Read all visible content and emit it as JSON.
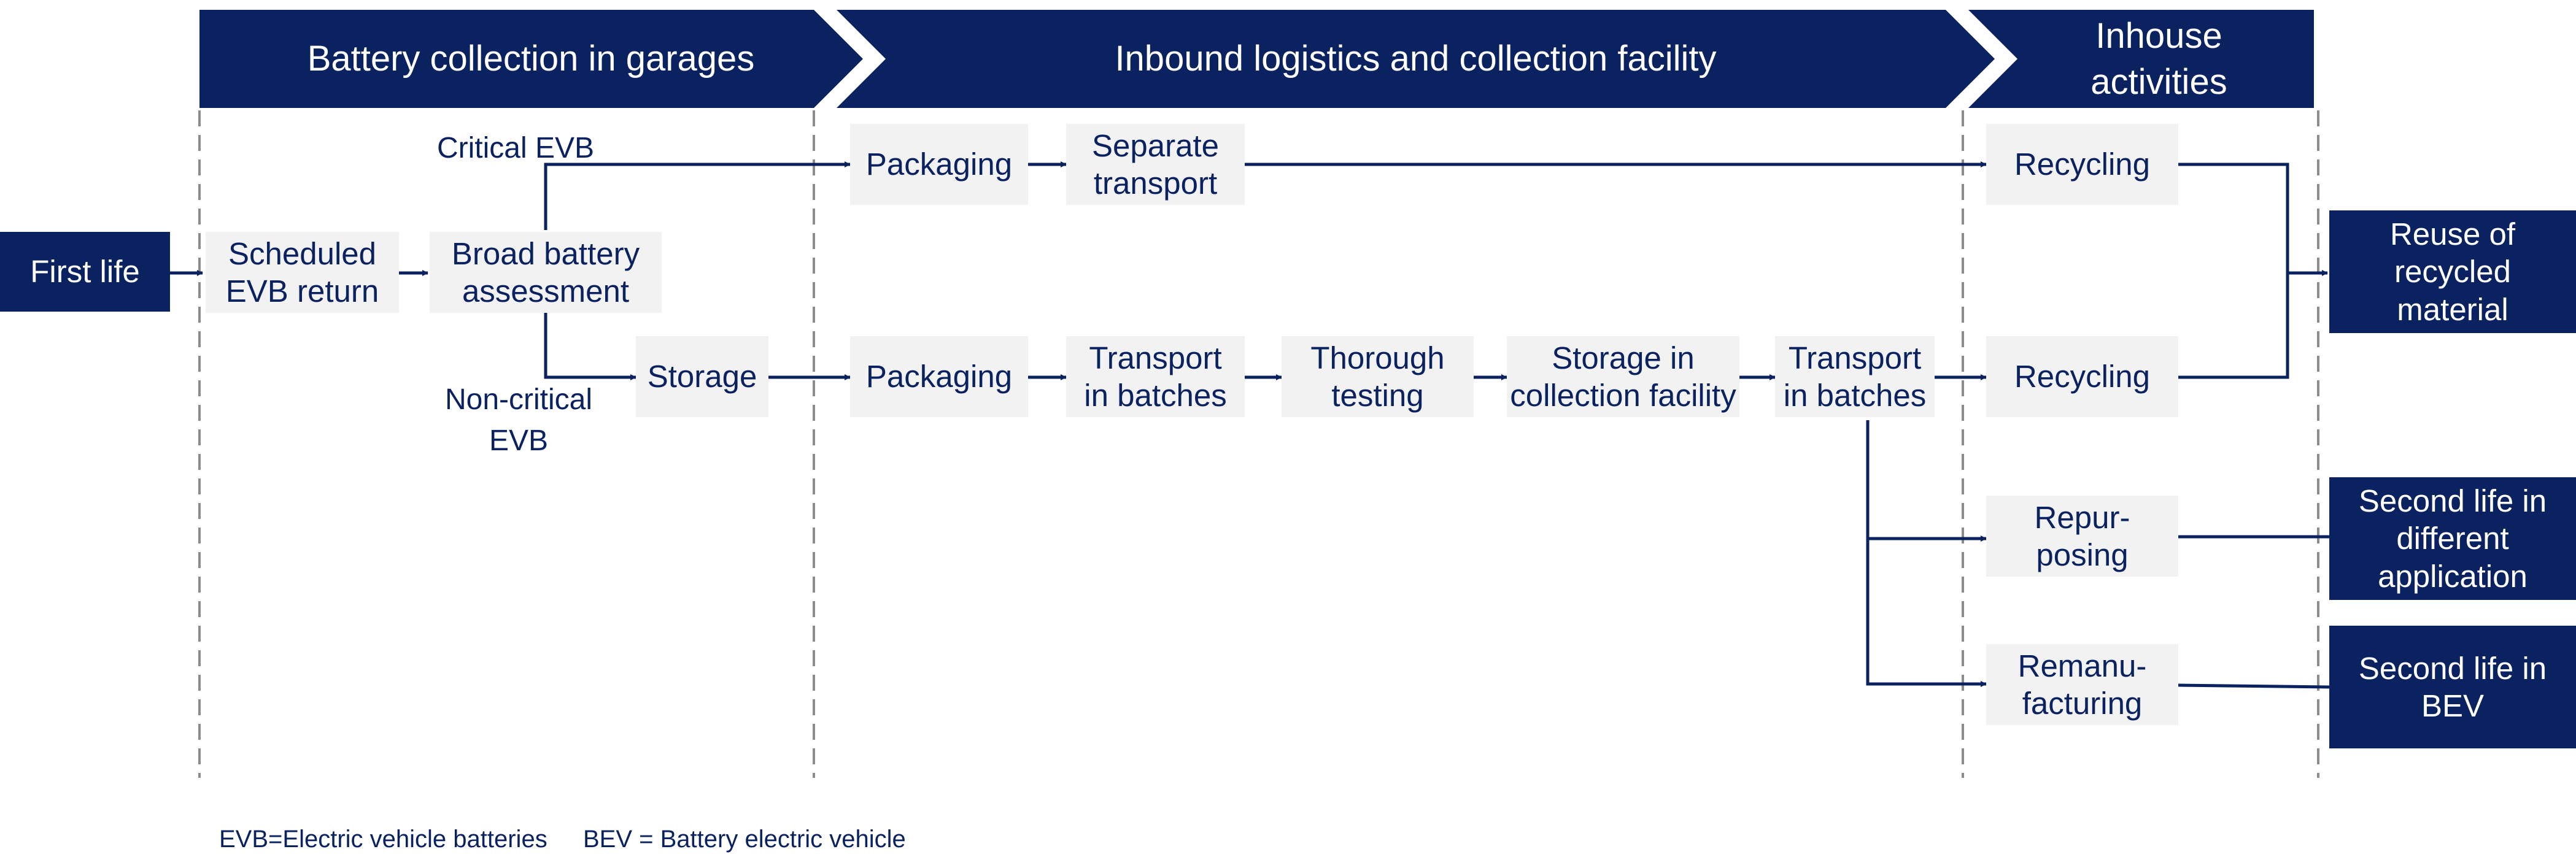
{
  "colors": {
    "navy": "#0b2260",
    "box_grey": "#f2f2f2",
    "divider": "#8c8c8c"
  },
  "phases": {
    "garages": "Battery collection in garages",
    "inbound": "Inbound logistics and collection facility",
    "inhouse": "Inhouse\nactivities"
  },
  "nodes": {
    "first_life": "First life",
    "scheduled_return": "Scheduled\nEVB return",
    "broad_assessment": "Broad battery\nassessment",
    "storage": "Storage",
    "packaging_top": "Packaging",
    "separate_transport": "Separate\ntransport",
    "packaging_mid": "Packaging",
    "transport_batches_1": "Transport\nin batches",
    "thorough_testing": "Thorough\ntesting",
    "storage_facility": "Storage in\ncollection facility",
    "transport_batches_2": "Transport\nin batches",
    "recycling_top": "Recycling",
    "recycling_mid": "Recycling",
    "repurposing": "Repur-\nposing",
    "remanufacturing": "Remanu-\nfacturing",
    "reuse_recycled": "Reuse of recycled\nmaterial",
    "second_life_diff": "Second life in\ndifferent\napplication",
    "second_life_bev": "Second life in\nBEV"
  },
  "labels": {
    "critical": "Critical EVB",
    "non_critical": "Non-critical\nEVB"
  },
  "legend": {
    "evb": "EVB=Electric vehicle batteries",
    "bev": "BEV = Battery electric vehicle"
  }
}
